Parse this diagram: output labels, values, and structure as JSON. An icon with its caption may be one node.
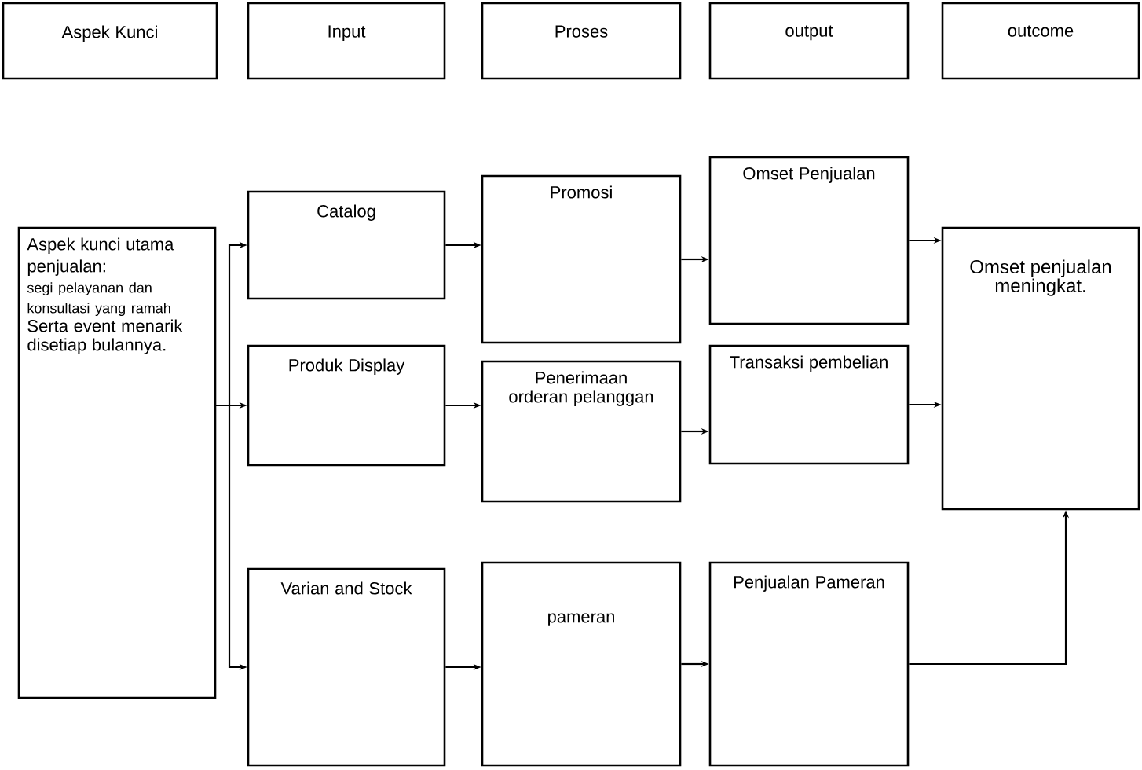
{
  "diagram": {
    "nodes": [
      {
        "text": [
          "Aspek Kunci"
        ]
      },
      {
        "text": [
          "Input"
        ]
      },
      {
        "text": [
          "Proses"
        ]
      },
      {
        "text": [
          "output"
        ]
      },
      {
        "text": [
          "outcome"
        ]
      },
      {
        "text": [
          "Aspek kunci utama penjualan:",
          "segi pelayanan dan konsultasi yang ramah",
          "Serta event menarik disetiap bulannya."
        ]
      },
      {
        "text": [
          "Catalog"
        ]
      },
      {
        "text": [
          "Promosi"
        ]
      },
      {
        "text": [
          "Omset Penjualan"
        ]
      },
      {
        "text": [
          "Omset penjualan meningkat."
        ]
      },
      {
        "text": [
          "Produk Display"
        ]
      },
      {
        "text": [
          "Penerimaan orderan pelanggan"
        ]
      },
      {
        "text": [
          "Transaksi pembelian"
        ]
      },
      {
        "text": [
          "Varian and Stock"
        ]
      },
      {
        "text": [
          "pameran"
        ]
      },
      {
        "text": [
          "Penjualan Pameran"
        ]
      }
    ],
    "edges": [
      {
        "from": 5,
        "to": 6,
        "arrow": "to"
      },
      {
        "from": 5,
        "to": 10,
        "arrow": "to"
      },
      {
        "from": 5,
        "to": 13,
        "arrow": "to"
      },
      {
        "from": 6,
        "to": 7,
        "arrow": "to"
      },
      {
        "from": 10,
        "to": 11,
        "arrow": "to"
      },
      {
        "from": 13,
        "to": 14,
        "arrow": "to"
      },
      {
        "from": 7,
        "to": 8,
        "arrow": "to"
      },
      {
        "from": 11,
        "to": 12,
        "arrow": "to"
      },
      {
        "from": 14,
        "to": 15,
        "arrow": "to"
      },
      {
        "from": 8,
        "to": 9,
        "arrow": "to"
      },
      {
        "from": 12,
        "to": 9,
        "arrow": "to"
      },
      {
        "from": 15,
        "to": 9,
        "arrow": "to"
      }
    ]
  }
}
